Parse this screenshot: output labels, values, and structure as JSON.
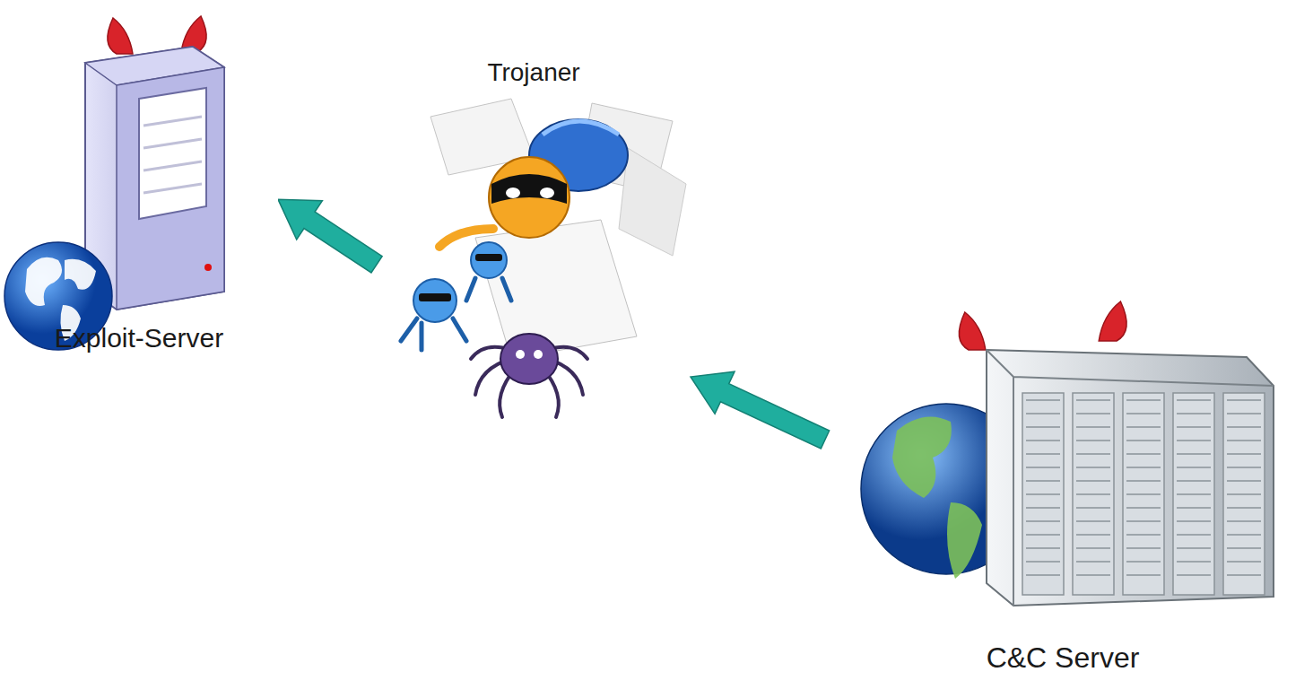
{
  "diagram": {
    "nodes": [
      {
        "text": [
          "Exploit-Server"
        ]
      },
      {
        "text": [
          "Trojaner"
        ]
      },
      {
        "text": [
          "C&C Server"
        ]
      }
    ],
    "edges": [
      {
        "from": 1,
        "to": 0,
        "arrow": "to"
      },
      {
        "from": 2,
        "to": 1,
        "arrow": "to"
      }
    ]
  }
}
